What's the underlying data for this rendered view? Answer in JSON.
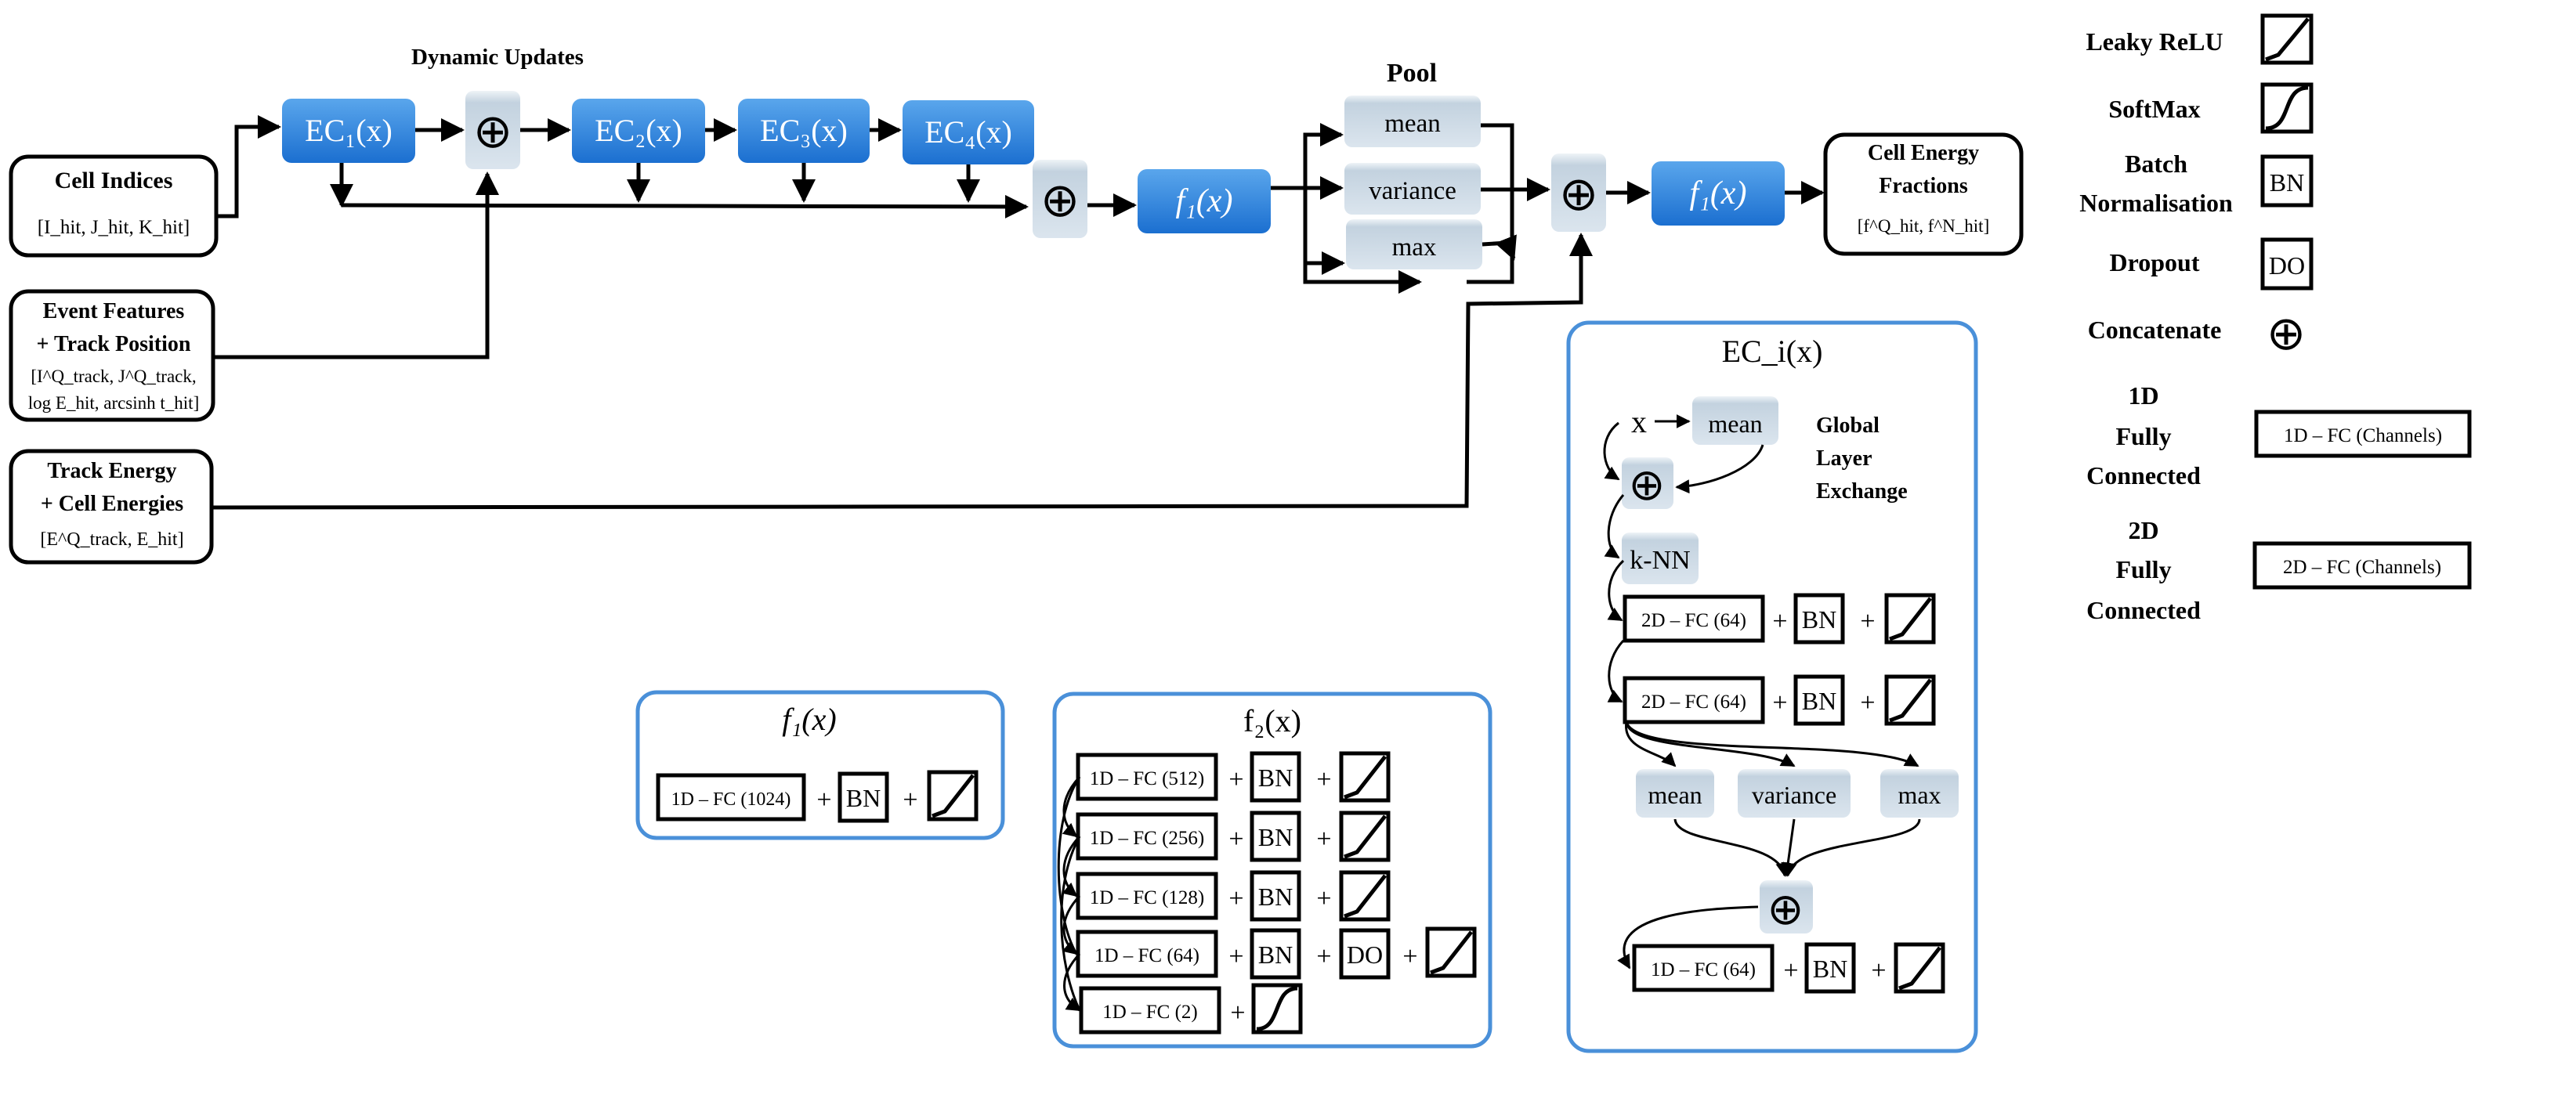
{
  "title_dynamic": "Dynamic Updates",
  "inputs": {
    "cell_indices": {
      "title": "Cell Indices",
      "formula": "[I_hit, J_hit, K_hit]"
    },
    "event_features": {
      "title_line1": "Event Features",
      "title_line2": "+ Track Position",
      "formula_line1": "[I^Q_track, J^Q_track,",
      "formula_line2": "log E_hit, arcsinh t_hit]"
    },
    "track_energy": {
      "title_line1": "Track Energy",
      "title_line2": "+ Cell Energies",
      "formula": "[E^Q_track, E_hit]"
    }
  },
  "main": {
    "ec1": "EC₁(x)",
    "ec2": "EC₂(x)",
    "ec3": "EC₃(x)",
    "ec4": "EC₄(x)",
    "f1": "f₁(x)",
    "pool_title": "Pool",
    "pool_items": [
      "mean",
      "variance",
      "max"
    ],
    "concat_symbol": "⊕"
  },
  "output": {
    "title_line1": "Cell Energy",
    "title_line2": "Fractions",
    "formula": "[f^Q_hit, f^N_hit]"
  },
  "legend": {
    "leaky_relu": "Leaky ReLU",
    "softmax": "SoftMax",
    "batch_norm_line1": "Batch",
    "batch_norm_line2": "Normalisation",
    "bn_box": "BN",
    "dropout": "Dropout",
    "do_box": "DO",
    "concatenate": "Concatenate",
    "fc1d_line1": "1D",
    "fc1d_line2": "Fully",
    "fc1d_line3": "Connected",
    "fc1d_box": "1D – FC  (Channels)",
    "fc2d_line1": "2D",
    "fc2d_line2": "Fully",
    "fc2d_line3": "Connected",
    "fc2d_box": "2D – FC  (Channels)"
  },
  "f1_panel": {
    "title": "f₁(x)",
    "layer": "1D – FC  (1024)",
    "bn": "BN",
    "plus": "+"
  },
  "f2_panel": {
    "title": "f₂(x)",
    "layers": [
      "1D – FC  (512)",
      "1D – FC  (256)",
      "1D – FC  (128)",
      "1D – FC  (64)",
      "1D – FC  (2)"
    ],
    "bn": "BN",
    "do": "DO",
    "plus": "+"
  },
  "eci_panel": {
    "title": "EC_i(x)",
    "x": "x",
    "mean": "mean",
    "global_line1": "Global",
    "global_line2": "Layer",
    "global_line3": "Exchange",
    "knn": "k-NN",
    "layer2d": "2D – FC  (64)",
    "layer1d": "1D – FC  (64)",
    "bn": "BN",
    "plus": "+",
    "pool": [
      "mean",
      "variance",
      "max"
    ]
  },
  "colors": {
    "blue_top": "#5aa6ec",
    "blue_bottom": "#1b6fd0",
    "gray_top": "#e8eef3",
    "gray_bottom": "#b9cad8",
    "panel_border": "#4a90d9"
  }
}
